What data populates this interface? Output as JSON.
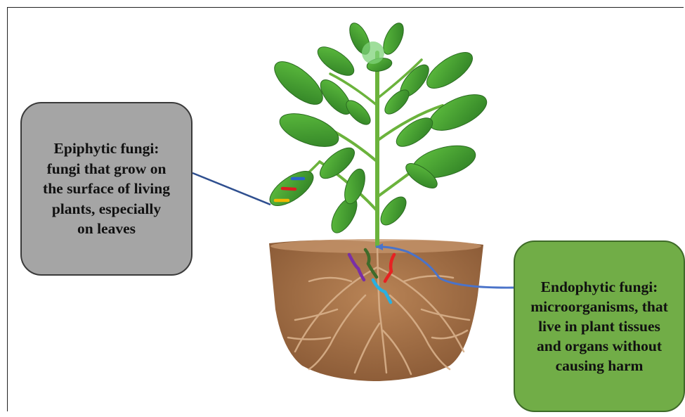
{
  "callouts": {
    "epiphytic": "Epiphytic fungi: fungi that grow on the surface of living plants, especially on leaves",
    "endophytic": "Endophytic fungi: microorganisms, that live in plant tissues and organs without causing harm"
  },
  "colors": {
    "epiphytic_box": "#a5a5a5",
    "endophytic_box": "#71ad47",
    "connector": "#2f4f8f",
    "soil": "#9b6a43",
    "leaf": "#3f9a2e",
    "fungi": [
      "#2a63c8",
      "#d81f1f",
      "#f0b800",
      "#7a2fa5",
      "#3f6b2a",
      "#e62222",
      "#2ab0e0"
    ]
  },
  "icons": [
    "plant-illustration",
    "soil-with-roots",
    "fungal-hyphae-marks"
  ]
}
